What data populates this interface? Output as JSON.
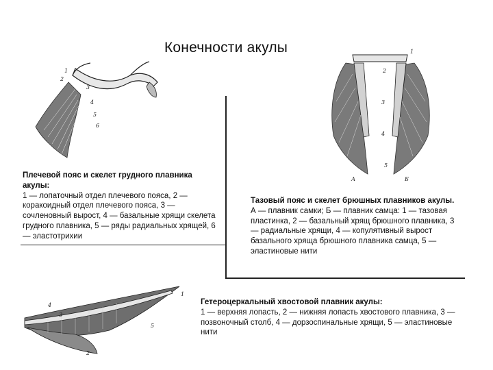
{
  "title": "Конечности акулы",
  "captions": {
    "pectoral": {
      "heading": "Плечевой пояс и скелет грудного плавника акулы:",
      "body": "1 — лопаточный отдел плечевого пояса, 2 — коракоидный отдел плечевого пояса, 3 — сочленовный вырост, 4 — базальные хрящи скелета грудного плавника, 5 — ряды радиальных хрящей, 6 — эластотрихии"
    },
    "pelvic": {
      "heading": " Тазовый пояс и скелет брюшных плавников акулы.",
      "body": "А — плавник самки; Б — плавник самца: 1 — тазовая пластинка, 2 — базальный хрящ брюшного плавника, 3 — радиальные хрящи, 4 — копулятивный вырост базального хряща брюшного плавника самца, 5 — эластиновые нити"
    },
    "caudal": {
      "heading": "Гетероцеркальный хвостовой плавник акулы:",
      "body": "1 — верхняя лопасть, 2 — нижняя лопасть хвостового плавника, 3 — позвоночный столб, 4 — дорзоспинальные хрящи, 5 — эластиновые нити"
    }
  },
  "figure_labels": {
    "pectoral": [
      "1",
      "2",
      "3",
      "4",
      "5",
      "6"
    ],
    "pelvic": [
      "1",
      "2",
      "3",
      "4",
      "5",
      "А",
      "Б"
    ],
    "caudal": [
      "1",
      "2",
      "3",
      "4",
      "5"
    ]
  },
  "colors": {
    "ink": "#222222",
    "fin_fill": "#6e6e6e",
    "fin_light": "#cfcfcf"
  }
}
